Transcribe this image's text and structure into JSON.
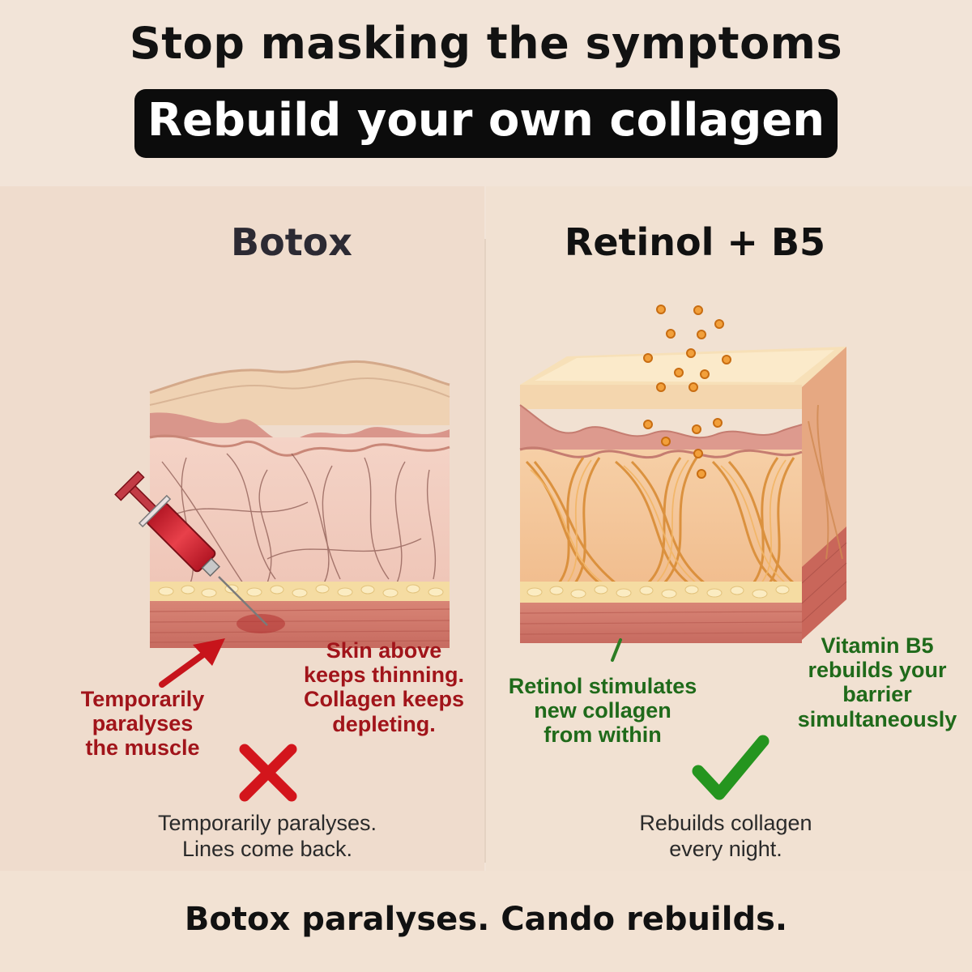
{
  "header": {
    "headline": "Stop masking the symptoms",
    "banner": "Rebuild your own collagen"
  },
  "left_panel": {
    "title": "Botox",
    "label_muscle": [
      "Temporarily",
      "paralyses",
      "the muscle"
    ],
    "label_skin": [
      "Skin above",
      "keeps thinning.",
      "Collagen keeps",
      "depleting."
    ],
    "verdict_icon": "cross-icon",
    "note": [
      "Temporarily paralyses.",
      "Lines come back."
    ]
  },
  "right_panel": {
    "title": "Retinol + B5",
    "label_retinol": [
      "Retinol stimulates",
      "new collagen",
      "from within"
    ],
    "label_b5": [
      "Vitamin B5",
      "rebuilds your",
      "barrier",
      "simultaneously"
    ],
    "verdict_icon": "checkmark-icon",
    "note": [
      "Rebuilds collagen",
      "every night."
    ]
  },
  "footer": {
    "tagline": "Botox paralyses. Cando rebuilds."
  },
  "colors": {
    "background": "#f2e4d8",
    "banner": "#0c0c0c",
    "negative": "#a1141a",
    "positive": "#1f6a1a"
  }
}
